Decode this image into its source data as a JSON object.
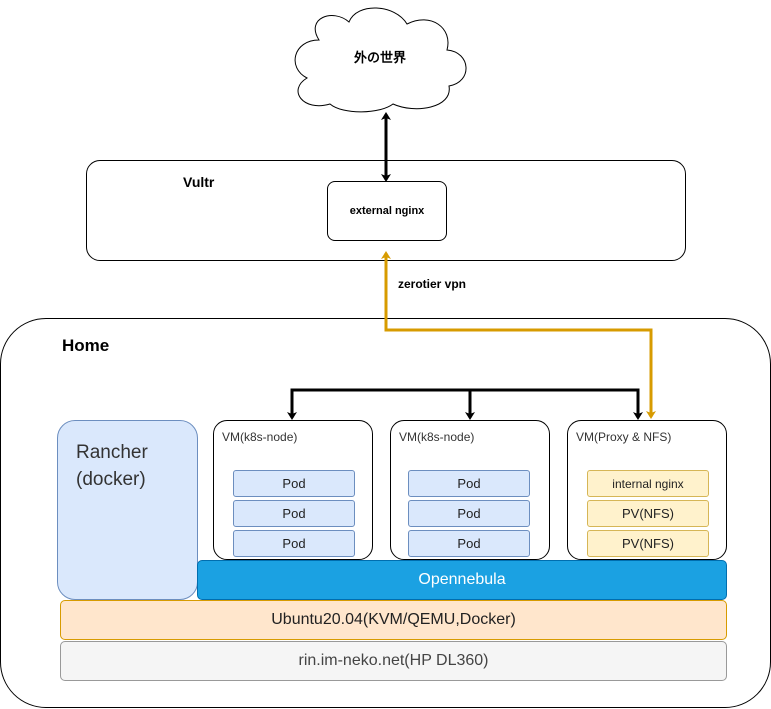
{
  "cloud": {
    "label": "外の世界"
  },
  "vultr": {
    "title": "Vultr",
    "nginx": "external nginx"
  },
  "vpn_label": "zerotier vpn",
  "home": {
    "title": "Home"
  },
  "rancher": {
    "label_line1": "Rancher",
    "label_line2": "(docker)"
  },
  "vms": [
    {
      "title": "VM(k8s-node)",
      "items": [
        "Pod",
        "Pod",
        "Pod"
      ]
    },
    {
      "title": "VM(k8s-node)",
      "items": [
        "Pod",
        "Pod",
        "Pod"
      ]
    },
    {
      "title": "VM(Proxy & NFS)",
      "items": [
        "internal nginx",
        "PV(NFS)",
        "PV(NFS)"
      ]
    }
  ],
  "layers": {
    "opennebula": "Opennebula",
    "ubuntu": "Ubuntu20.04(KVM/QEMU,Docker)",
    "host": "rin.im-neko.net(HP DL360)"
  },
  "colors": {
    "vpn_link": "#d79b00",
    "opennebula_fill": "#1ba1e2",
    "ubuntu_fill": "#ffe6cc",
    "host_fill": "#f5f5f5",
    "pod_fill": "#dae8fc",
    "pv_fill": "#fff2cc"
  }
}
